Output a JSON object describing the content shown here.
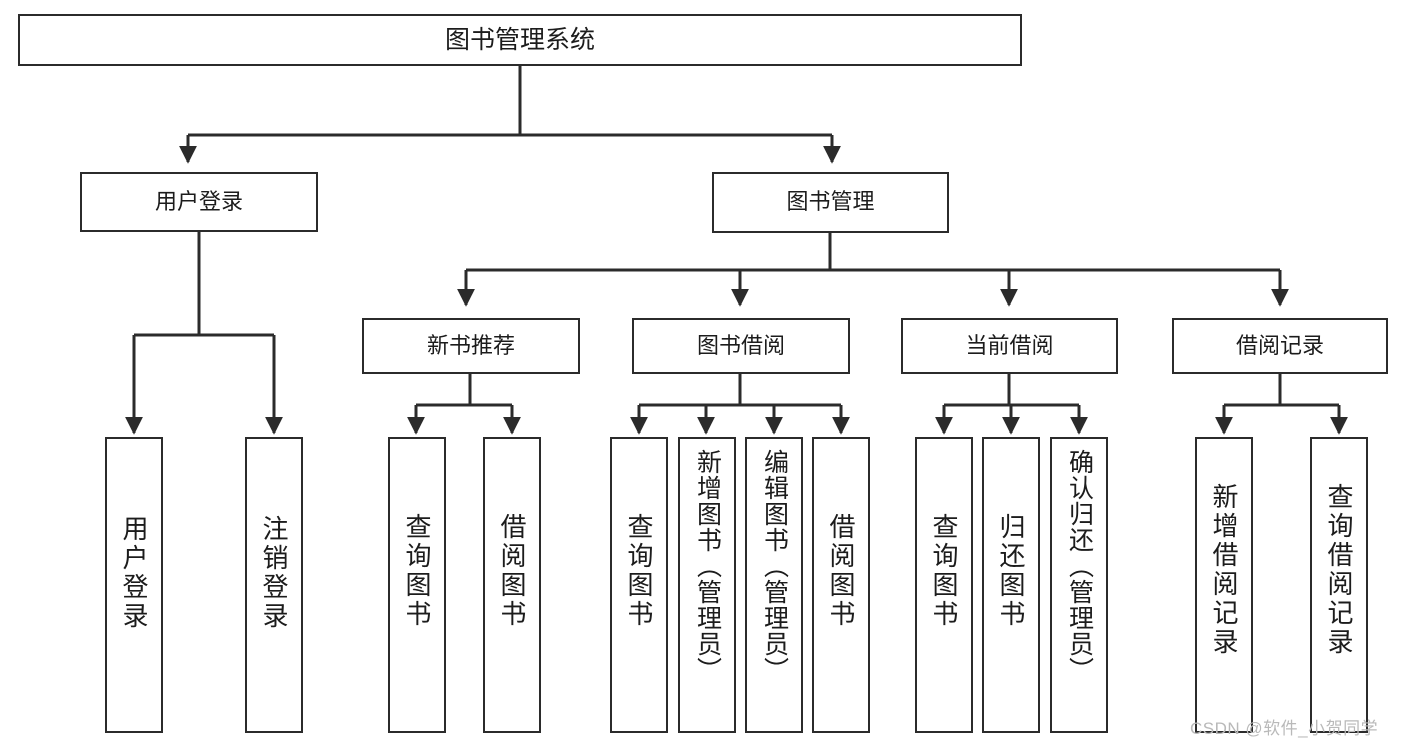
{
  "diagram": {
    "title": "图书管理系统",
    "type": "tree",
    "orientation": "top-down",
    "watermark": "CSDN @软件_小贺同学",
    "colors": {
      "box_border": "#2b2b2b",
      "box_fill": "#ffffff",
      "edge": "#2b2b2b",
      "text": "#1c1c1c",
      "watermark": "#b9b9b9",
      "background": "#ffffff"
    }
  },
  "nodes": {
    "root": {
      "label": "图书管理系统"
    },
    "level1": [
      {
        "id": "user-login",
        "label": "用户登录"
      },
      {
        "id": "book-manage",
        "label": "图书管理"
      }
    ],
    "level2": [
      {
        "id": "new-book-rec",
        "label": "新书推荐"
      },
      {
        "id": "book-borrow",
        "label": "图书借阅"
      },
      {
        "id": "current-borrow",
        "label": "当前借阅"
      },
      {
        "id": "borrow-record",
        "label": "借阅记录"
      }
    ],
    "leaves": [
      {
        "id": "leaf-user-login",
        "parent": "user-login",
        "label": "用户登录"
      },
      {
        "id": "leaf-user-logout",
        "parent": "user-login",
        "label": "注销登录"
      },
      {
        "id": "leaf-query-book-1",
        "parent": "new-book-rec",
        "label": "查询图书"
      },
      {
        "id": "leaf-borrow-book-1",
        "parent": "new-book-rec",
        "label": "借阅图书"
      },
      {
        "id": "leaf-query-book-2",
        "parent": "book-borrow",
        "label": "查询图书"
      },
      {
        "id": "leaf-add-book",
        "parent": "book-borrow",
        "label": "新增图书（管理员）"
      },
      {
        "id": "leaf-edit-book",
        "parent": "book-borrow",
        "label": "编辑图书（管理员）"
      },
      {
        "id": "leaf-borrow-book-2",
        "parent": "book-borrow",
        "label": "借阅图书"
      },
      {
        "id": "leaf-query-book-3",
        "parent": "current-borrow",
        "label": "查询图书"
      },
      {
        "id": "leaf-return-book",
        "parent": "current-borrow",
        "label": "归还图书"
      },
      {
        "id": "leaf-confirm-return",
        "parent": "current-borrow",
        "label": "确认归还（管理员）"
      },
      {
        "id": "leaf-add-record",
        "parent": "borrow-record",
        "label": "新增借阅记录"
      },
      {
        "id": "leaf-query-record",
        "parent": "borrow-record",
        "label": "查询借阅记录"
      }
    ]
  }
}
